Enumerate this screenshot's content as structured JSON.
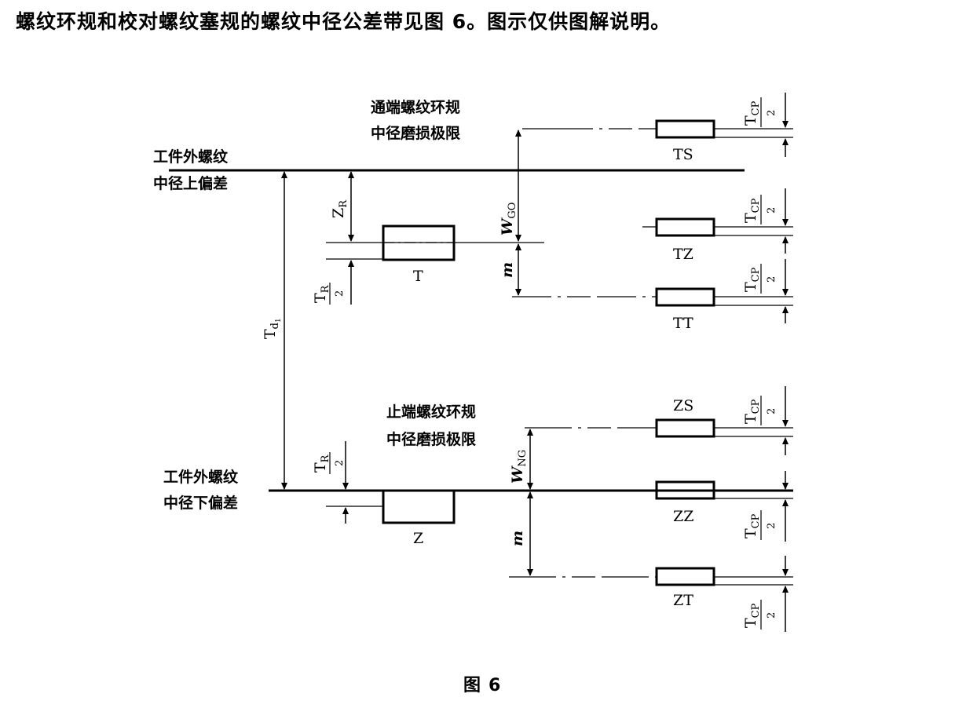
{
  "intro_text": "螺纹环规和校对螺纹塞规的螺纹中径公差带见图 6。图示仅供图解说明。",
  "labels": {
    "upper_dev": [
      "工件外螺纹",
      "中径上偏差"
    ],
    "lower_dev": [
      "工件外螺纹",
      "中径下偏差"
    ],
    "go_wear": [
      "通端螺纹环规",
      "中径磨损极限"
    ],
    "ng_wear": [
      "止端螺纹环规",
      "中径磨损极限"
    ]
  },
  "zones": {
    "T": "T",
    "Z": "Z",
    "TS": "TS",
    "TZ": "TZ",
    "TT": "TT",
    "ZS": "ZS",
    "ZZ": "ZZ",
    "ZT": "ZT"
  },
  "dims": {
    "ZR_main": "Z",
    "ZR_sub": "R",
    "TR_num": "T",
    "TR_sub": "R",
    "TR_den": "2",
    "Td_main": "T",
    "Td_sub": "d",
    "Td_subsub": "1",
    "WGO_main": "W",
    "WGO_sub": "GO",
    "WNG_main": "W",
    "WNG_sub": "NG",
    "m": "m",
    "TCP_num": "T",
    "TCP_sub": "CP",
    "TCP_den": "2"
  },
  "caption_prefix": "图",
  "caption_num": "6"
}
